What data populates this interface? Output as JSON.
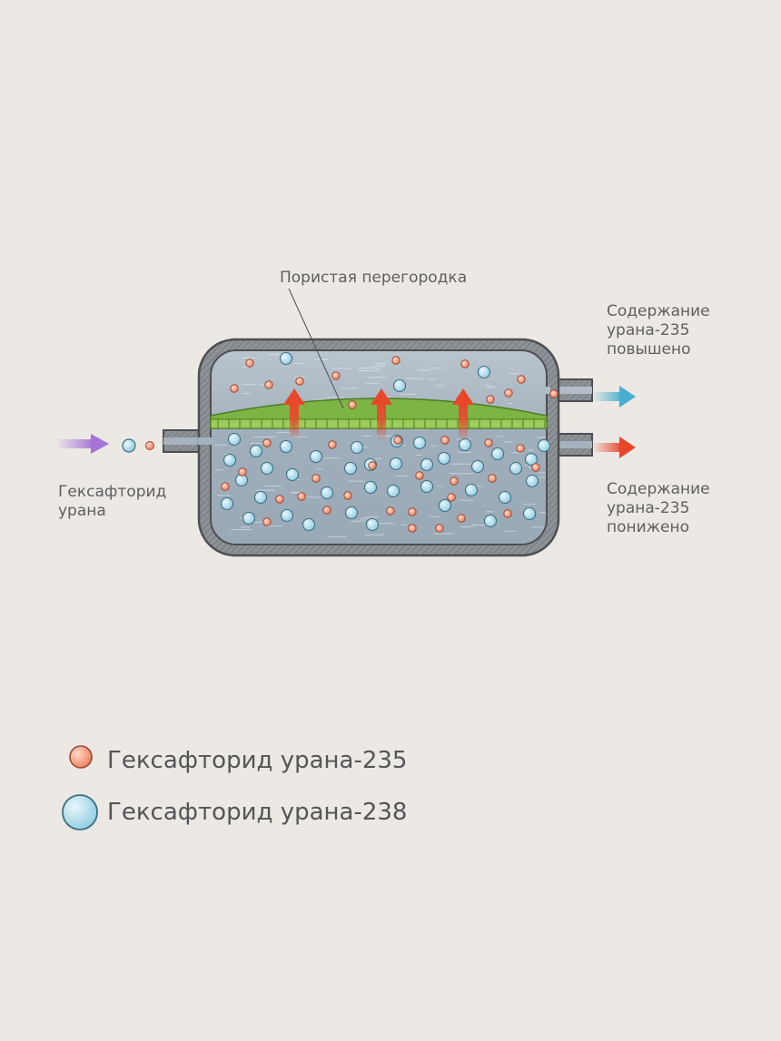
{
  "labels": {
    "partition": "Пористая перегородка",
    "input": "Гексафторид\nурана",
    "output_enriched": "Содержание\nурана-235\nповышено",
    "output_depleted": "Содержание\nурана-235\nпонижено"
  },
  "legend": [
    {
      "label": "Гексафторид урана-235",
      "icon": "orange-molecule",
      "color": "#ee8a6a"
    },
    {
      "label": "Гексафторид урана-238",
      "icon": "blue-molecule",
      "color": "#a9d8e8"
    }
  ],
  "colors": {
    "background": "#ece8e4",
    "vessel_wall": "#8a8f94",
    "gas": "#9fb0bf",
    "partition": "#7db544",
    "inlet_arrow": "#a673d6",
    "enriched_arrow": "#4aaed0",
    "depleted_arrow": "#e8472a",
    "diffusion_arrow": "#e8472a"
  }
}
